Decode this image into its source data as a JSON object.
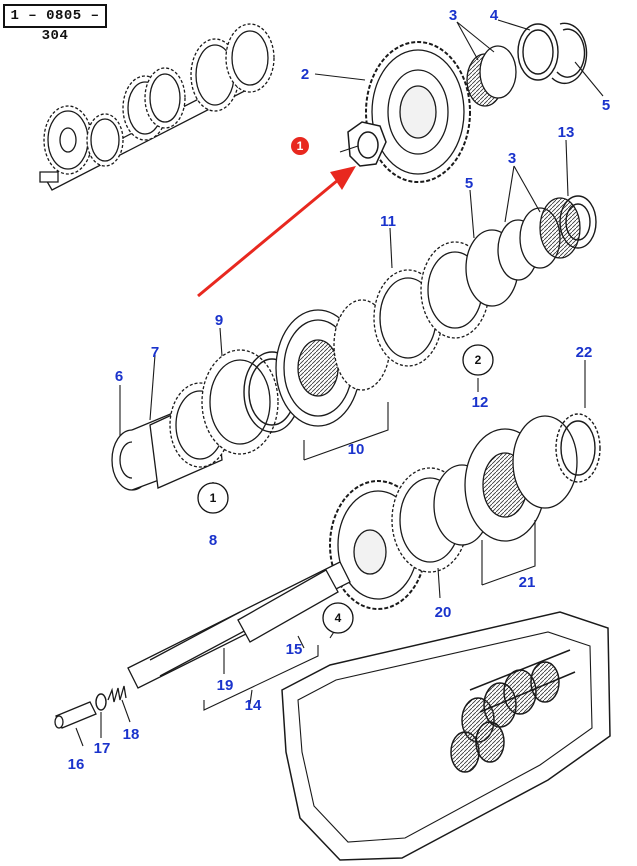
{
  "diagram": {
    "reference_code": "1 – 0805 – 304",
    "highlight_marker": "1",
    "colors": {
      "callout_number": "#1a33cc",
      "highlight_arrow": "#e8281f",
      "highlight_marker": "#e8281f",
      "line_art": "#1a1a1a"
    },
    "callouts": [
      "2",
      "3",
      "4",
      "5",
      "13",
      "3",
      "5",
      "11",
      "9",
      "7",
      "6",
      "12",
      "22",
      "10",
      "8",
      "20",
      "21",
      "15",
      "19",
      "14",
      "16",
      "17",
      "18"
    ],
    "circled_refs": [
      "2",
      "1",
      "4"
    ]
  }
}
